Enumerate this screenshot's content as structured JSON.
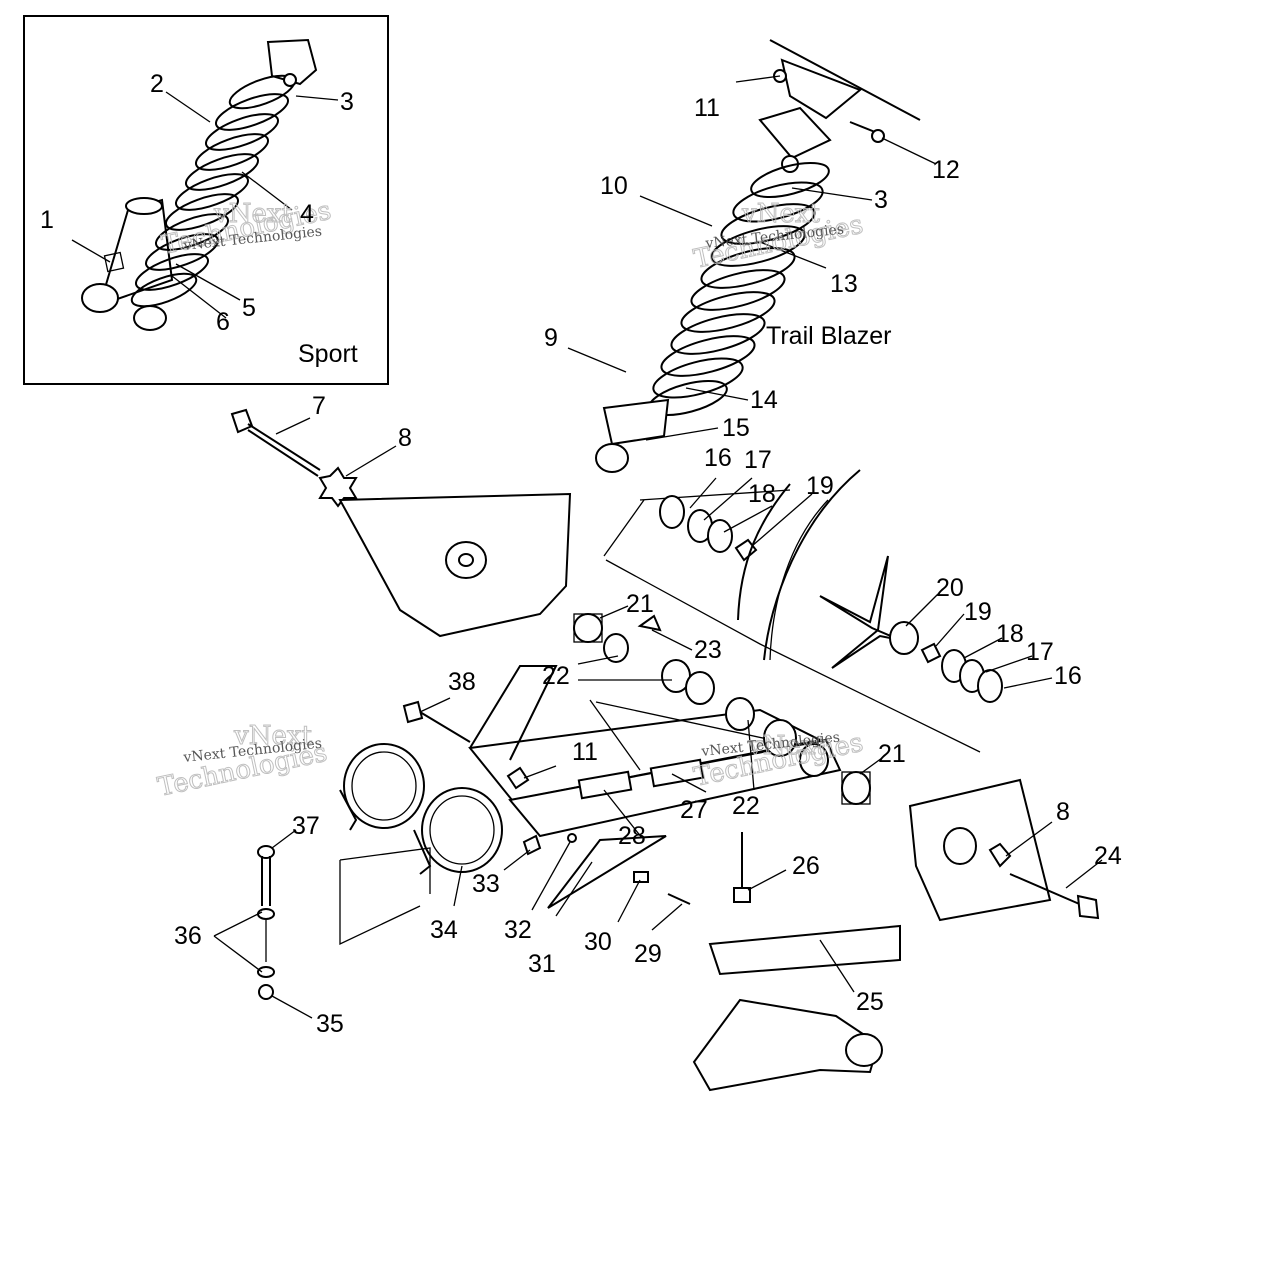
{
  "inset": {
    "title": "Sport"
  },
  "main": {
    "title": "Trail Blazer"
  },
  "watermark": {
    "line1": "vNext",
    "line2": "Technologies",
    "small": "vNext Technologies"
  },
  "callouts": [
    "1",
    "2",
    "3",
    "4",
    "5",
    "6",
    "7",
    "8",
    "3",
    "9",
    "10",
    "11",
    "12",
    "13",
    "14",
    "15",
    "16",
    "17",
    "18",
    "19",
    "20",
    "19",
    "18",
    "17",
    "16",
    "21",
    "22",
    "23",
    "21",
    "22",
    "27",
    "28",
    "38",
    "11",
    "37",
    "36",
    "35",
    "33",
    "34",
    "32",
    "31",
    "30",
    "29",
    "26",
    "25",
    "8",
    "24"
  ]
}
